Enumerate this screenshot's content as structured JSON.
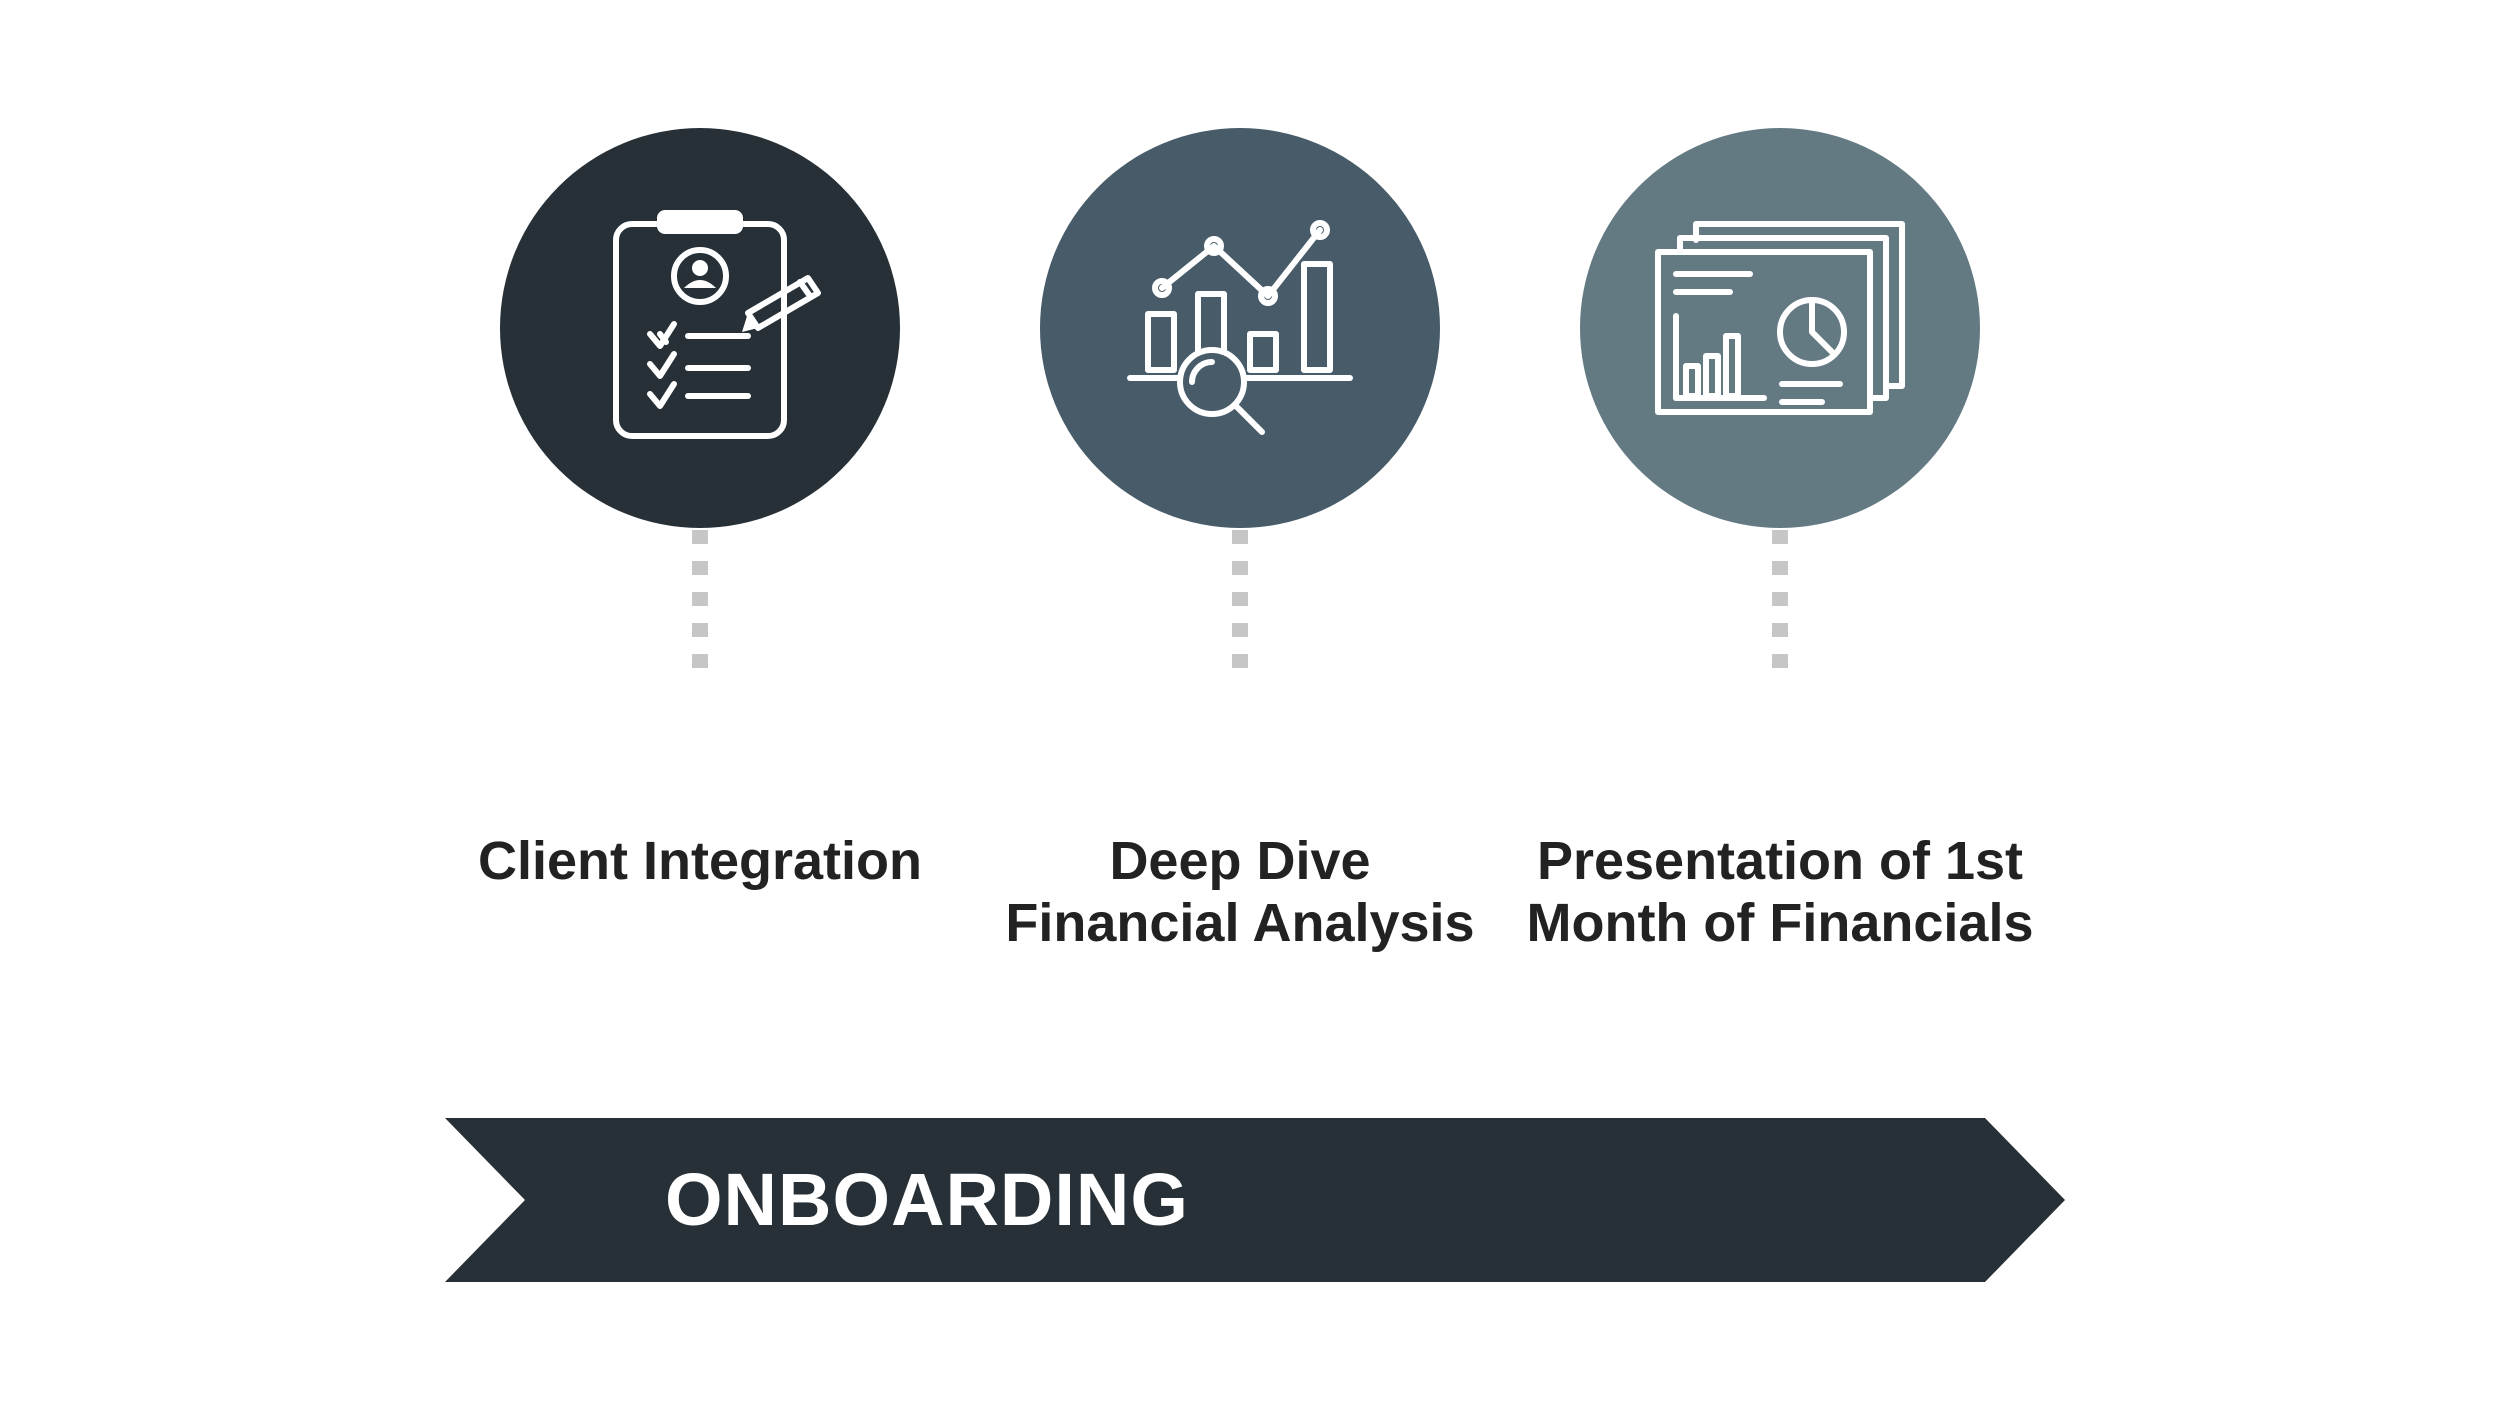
{
  "steps": [
    {
      "label": "Client Integration",
      "icon": "clipboard-checklist-icon",
      "color": "#263036"
    },
    {
      "label": "Deep Dive\nFinancial Analysis",
      "icon": "chart-magnifier-icon",
      "color": "#475b68"
    },
    {
      "label": "Presentation of 1st\nMonth of Financials",
      "icon": "presentation-slides-icon",
      "color": "#647a83"
    }
  ],
  "banner": {
    "label": "ONBOARDING",
    "color": "#263036"
  },
  "connector_color": "#c6c6c6"
}
